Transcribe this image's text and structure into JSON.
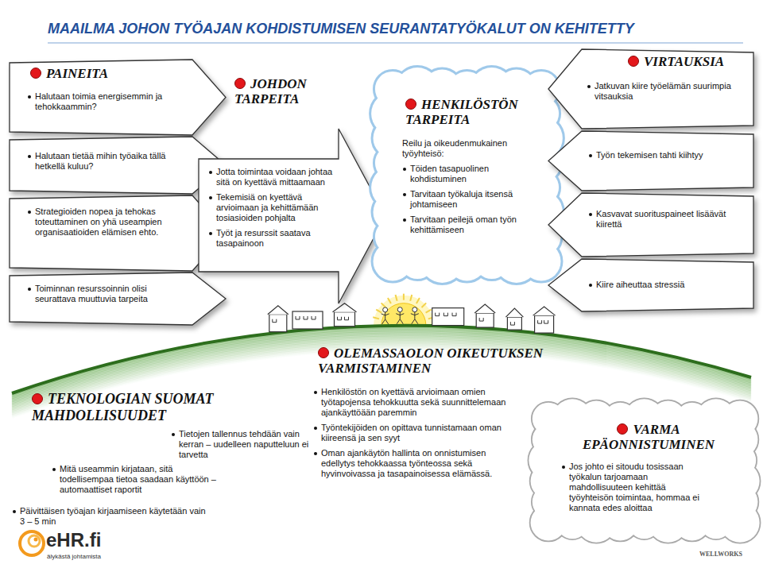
{
  "diagram": {
    "title": "MAAILMA JOHON TYÖAJAN KOHDISTUMISEN SEURANTATYÖKALUT ON KEHITETTY",
    "nodes": [
      {
        "text": [
          "PAINEITA",
          "Halutaan toimia energisemmin ja tehokkaammin?"
        ]
      },
      {
        "text": [
          "Halutaan tietää mihin työaika tällä hetkellä kuluu?"
        ]
      },
      {
        "text": [
          "Strategioiden nopea ja tehokas toteuttaminen on yhä useampien organisaatioiden elämisen ehto."
        ]
      },
      {
        "text": [
          "Toiminnan resurssoinnin olisi seurattava muuttuvia tarpeita"
        ]
      },
      {
        "text": [
          "JOHDON TARPEITA",
          "Jotta toimintaa voidaan johtaa sitä on kyettävä mittaamaan",
          "Tekemisiä on kyettävä arvioimaan ja kehittämään tosiasioiden pohjalta",
          "Työt ja resurssit saatava tasapainoon"
        ]
      },
      {
        "text": [
          "HENKILÖSTÖN TARPEITA",
          "Reilu ja oikeudenmukainen työyhteisö:",
          "Töiden tasapuolinen kohdistuminen",
          "Tarvitaan työkaluja itsensä johtamiseen",
          "Tarvitaan peilejä oman työn kehittämiseen"
        ]
      },
      {
        "text": [
          "VIRTAUKSIA",
          "Jatkuvan kiire työelämän suurimpia vitsauksia"
        ]
      },
      {
        "text": [
          "Työn tekemisen tahti kiihtyy"
        ]
      },
      {
        "text": [
          "Kasvavat suorituspaineet lisäävät kiirettä"
        ]
      },
      {
        "text": [
          "Kiire aiheuttaa stressiä"
        ]
      },
      {
        "text": [
          "TEKNOLOGIAN SUOMAT MAHDOLLISUUDET",
          "Tietojen tallennus tehdään vain kerran – uudelleen naputteluun ei tarvetta",
          "Mitä useammin kirjataan, sitä todellisempaa tietoa saadaan käyttöön – automaattiset raportit",
          "Päivittäisen työajan kirjaamiseen käytetään vain 3 – 5 min"
        ]
      },
      {
        "text": [
          "OLEMASSAOLON OIKEUTUKSEN VARMISTAMINEN",
          "Henkilöstön on kyettävä arvioimaan omien työtapojensa tehokkuutta sekä suunnittelemaan ajankäyttöään paremmin",
          "Työntekijöiden on opittava tunnistamaan oman kiireensä ja sen syyt",
          "Oman ajankäytön hallinta on onnistumisen edellytys tehokkaassa työnteossa sekä hyvinvoivassa ja tasapainoisessa elämässä."
        ]
      },
      {
        "text": [
          "VARMA EPÄONNISTUMINEN",
          "Jos johto ei sitoudu tosissaan työkalun tarjoamaan mahdollisuuteen kehittää työyhteisön toimintaa, hommaa ei kannata edes aloittaa"
        ]
      }
    ],
    "labels": [
      "eHR.fi",
      "älykästä johtamista",
      "WELLWORKS"
    ]
  }
}
